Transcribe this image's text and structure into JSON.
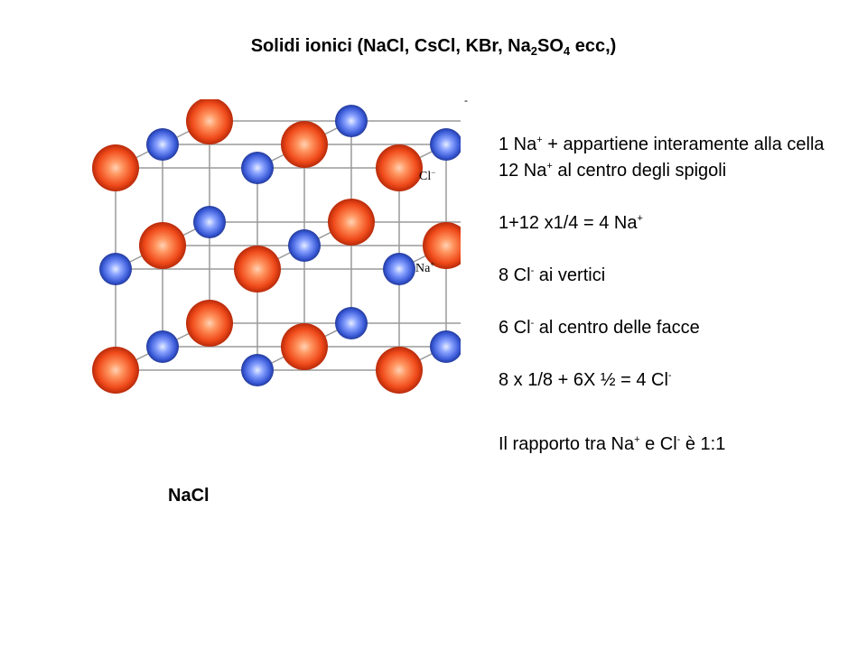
{
  "title": {
    "prefix": "Solidi ionici (NaCl, CsCl, KBr, Na",
    "sub1": "2",
    "mid": "SO",
    "sub2": "4",
    "suffix": " ecc,)"
  },
  "dash": "-",
  "notes": {
    "l1a": "1 Na",
    "l1sup": "+",
    "l1b": " + appartiene interamente alla cella",
    "l2a": "12 Na",
    "l2sup": "+",
    "l2b": " al centro degli spigoli",
    "l3a": "1+12 x1/4 = 4 Na",
    "l3sup": "+",
    "l4a": "8 Cl",
    "l4sup": "-",
    "l4b": " ai vertici",
    "l5a": "6 Cl",
    "l5sup": "-",
    "l5b": " al centro delle facce",
    "l6a": "8 x 1/8 + 6X ½ = 4 Cl",
    "l6sup": "-",
    "l7a": "Il rapporto tra Na",
    "l7sup": "+",
    "l7b": " e Cl",
    "l7sup2": "-",
    "l7c": " è 1:1"
  },
  "labels": {
    "cl": "Cl",
    "cl_sup": "−",
    "na": "Na",
    "na_sup": "+"
  },
  "caption": "NaCl",
  "colors": {
    "cl_ion": "#f04a1a",
    "na_ion": "#3a5ad8",
    "bonds": "#9a9a9a"
  }
}
